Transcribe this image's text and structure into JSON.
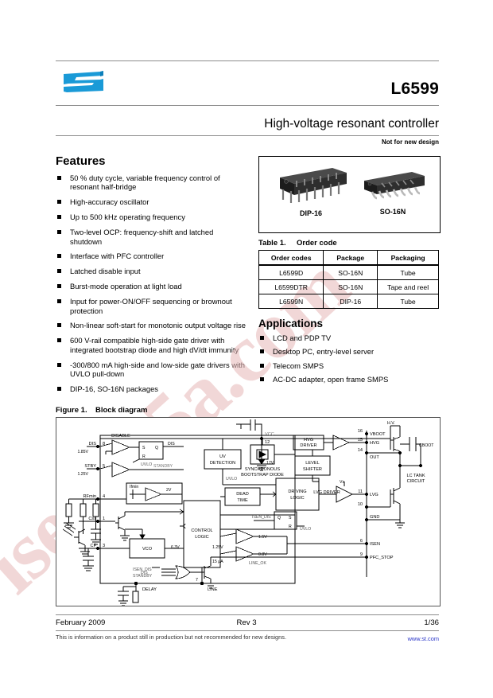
{
  "header": {
    "logo_icon": "st-logo-icon",
    "part_number": "L6599",
    "subtitle": "High-voltage resonant controller",
    "not_for_new_design": "Not for new design"
  },
  "features": {
    "heading": "Features",
    "items": [
      "50 % duty cycle, variable frequency control of resonant half-bridge",
      "High-accuracy oscillator",
      "Up to 500 kHz operating frequency",
      "Two-level OCP: frequency-shift and latched shutdown",
      "Interface with PFC controller",
      "Latched disable input",
      "Burst-mode operation at light load",
      "Input for power-ON/OFF sequencing or brownout protection",
      "Non-linear soft-start for monotonic output voltage rise",
      "600 V-rail compatible high-side gate driver with integrated bootstrap diode and high dV/dt immunity",
      "-300/800 mA high-side and low-side gate drivers with UVLO pull-down",
      "DIP-16, SO-16N packages"
    ]
  },
  "packages": {
    "dip_label": "DIP-16",
    "so_label": "SO-16N"
  },
  "order_table": {
    "caption_num": "Table 1.",
    "caption_text": "Order code",
    "columns": [
      "Order codes",
      "Package",
      "Packaging"
    ],
    "rows": [
      [
        "L6599D",
        "SO-16N",
        "Tube"
      ],
      [
        "L6599DTR",
        "SO-16N",
        "Tape and reel"
      ],
      [
        "L6599N",
        "DIP-16",
        "Tube"
      ]
    ]
  },
  "applications": {
    "heading": "Applications",
    "items": [
      "LCD and PDP TV",
      "Desktop PC, entry-level server",
      "Telecom SMPS",
      "AC-DC adapter, open frame SMPS"
    ]
  },
  "figure": {
    "caption_num": "Figure 1.",
    "caption_text": "Block diagram",
    "blocks": {
      "disable": "DISABLE",
      "uv_detection_l1": "UV",
      "uv_detection_l2": "DETECTION",
      "sync_boot_l1": "SYNCHRONOUS",
      "sync_boot_l2": "BOOTSTRAP DIODE",
      "hvg_driver_l1": "HVG",
      "hvg_driver_l2": "DRIVER",
      "level_shifter_l1": "LEVEL",
      "level_shifter_l2": "SHIFTER",
      "driving_logic_l1": "DRIVING",
      "driving_logic_l2": "LOGIC",
      "dead_time_l1": "DEAD",
      "dead_time_l2": "TIME",
      "control_logic_l1": "CONTROL",
      "control_logic_l2": "LOGIC",
      "vco": "VCO",
      "lvg_driver": "LVG DRIVER",
      "lc_tank_l1": "LC TANK",
      "lc_tank_l2": "CIRCUIT"
    },
    "pins_left": [
      {
        "num": "8",
        "name": "DIS"
      },
      {
        "num": "5",
        "name": "STBY"
      },
      {
        "num": "4",
        "name": "RFmin"
      },
      {
        "num": "1",
        "name": "Css"
      },
      {
        "num": "3",
        "name": "CF"
      },
      {
        "num": "2",
        "name": "DELAY"
      },
      {
        "num": "7",
        "name": "LINE"
      }
    ],
    "pins_right": [
      {
        "num": "16",
        "name": "VBOOT"
      },
      {
        "num": "15",
        "name": "HVG"
      },
      {
        "num": "14",
        "name": "OUT"
      },
      {
        "num": "11",
        "name": "LVG"
      },
      {
        "num": "10",
        "name": "GND"
      },
      {
        "num": "6",
        "name": "ISEN"
      },
      {
        "num": "9",
        "name": "PFC_STOP"
      },
      {
        "num": "12",
        "name": "VCC"
      }
    ],
    "signals": {
      "dis": "DIS",
      "uvlo": "UVLO",
      "standby": "STANDBY",
      "isen_dis": "ISEN_DIS",
      "line_ok": "LINE_OK",
      "vs": "Vs",
      "hv": "H.V.",
      "cboot": "CBOOT",
      "ifmin": "Ifmin",
      "ref_1_85": "1.85V",
      "ref_1_25": "1.25V",
      "ref_2v": "2V",
      "ref_17v": "17V",
      "ref_1_5v": "1.5V",
      "ref_0_8v": "0.8V",
      "ref_6_3v": "6.3V",
      "ref_1_25v_b": "1.25V",
      "cur_15ua": "15 µA",
      "sr_s": "S",
      "sr_q": "Q",
      "sr_r": "R"
    }
  },
  "footer": {
    "date": "February 2009",
    "revision": "Rev 3",
    "page": "1/36",
    "note": "This is information on a product still in production but not recommended for new designs.",
    "url": "www.st.com"
  },
  "watermark": {
    "text": "isee.5s5a.com"
  },
  "colors": {
    "st_blue": "#1a9ad7",
    "link": "#2b37c8",
    "watermark": "#e7b8b8",
    "rule": "#8c8c8c"
  }
}
